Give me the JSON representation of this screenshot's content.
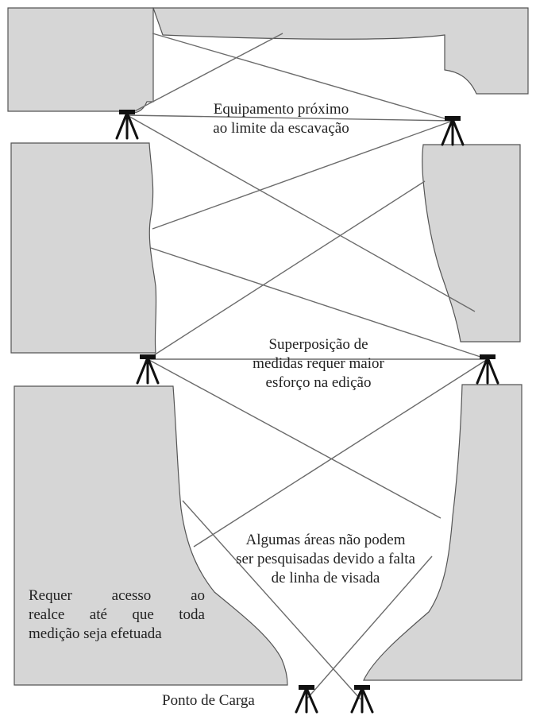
{
  "labels": {
    "equipment_near_edge": [
      "Equipamento próximo",
      "ao limite da escavação"
    ],
    "overlap": [
      "Superposição de",
      "medidas requer maior",
      "esforço na edição"
    ],
    "no_line_of_sight": [
      "Algumas áreas não podem",
      "ser pesquisadas devido a falta",
      "de linha de visada"
    ],
    "requires_access": [
      "Requer acesso ao",
      "realce até que toda",
      "medição seja efetuada"
    ],
    "loading_point": "Ponto de Carga"
  },
  "colors": {
    "wall_fill": "#d6d6d6",
    "wall_stroke": "#555555",
    "sight_line": "#6b6b6b",
    "instrument": "#111111"
  },
  "icons": {
    "instrument": "tripod-icon"
  }
}
